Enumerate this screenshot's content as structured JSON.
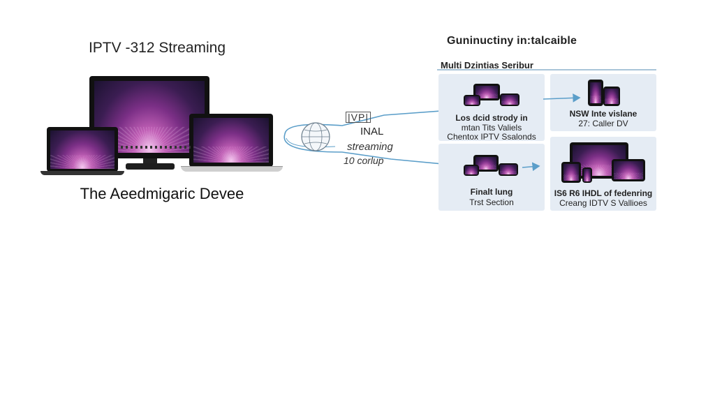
{
  "left": {
    "title": "IPTV -312 Streaming",
    "caption": "The Aeedmigaric Devee"
  },
  "center": {
    "glyphs": "|VP|",
    "label_1": "INAL",
    "label_2": "streaming",
    "label_3": "10 corlup"
  },
  "right": {
    "title": "Guninuctiny in:talcaible",
    "subheading": "Multi Dzintias Seribur",
    "panels": [
      {
        "line1": "Los dcid strody in",
        "line2": "mtan Tits Valiels",
        "line3": "Chentox IPTV Ssalonds"
      },
      {
        "line1": "NSW Inte vislane",
        "line2": "27: Caller DV"
      },
      {
        "line1": "Finalt lung",
        "line2": "Trst Section"
      },
      {
        "line1": "IS6 R6 IHDL of fedenring",
        "line2": "Creang IDTV S Valliоes"
      }
    ]
  },
  "colors": {
    "panel_bg": "#e5ecf4",
    "arrow": "#5b9ec9",
    "screen_purple": "#c05fb5",
    "rule": "#a8c4d8"
  }
}
